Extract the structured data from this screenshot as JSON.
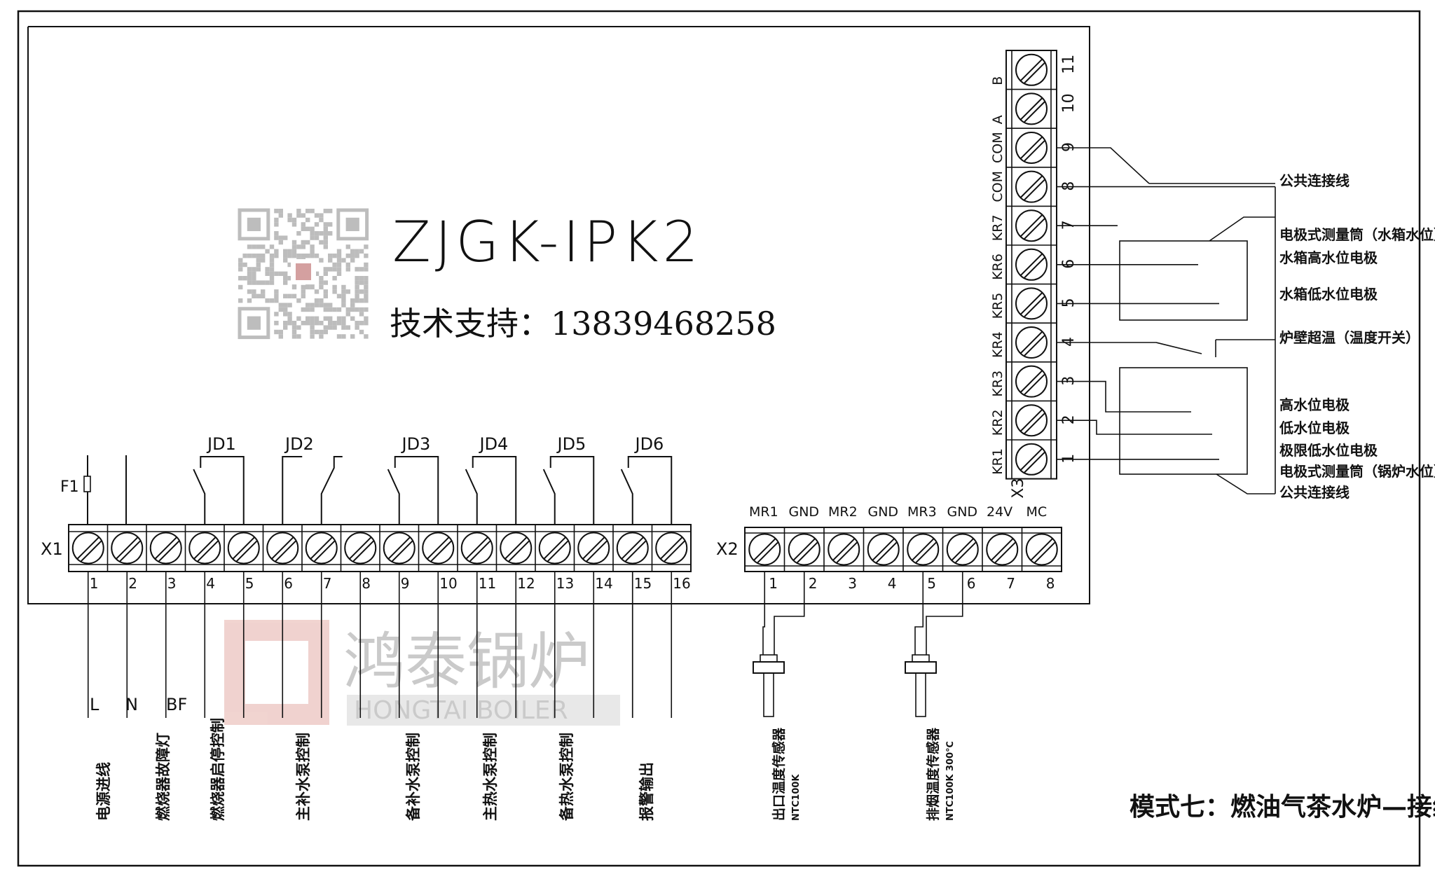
{
  "model": "ZJGK-IPK2",
  "tech_support": "技术支持：13839468258",
  "title": "模式七：燃油气茶水炉—接线图",
  "fuse": "F1",
  "watermark": {
    "cn": "鸿泰锅炉",
    "en": "HONGTAI BOILER"
  },
  "x1": {
    "label": "X1",
    "numbers": [
      "1",
      "2",
      "3",
      "4",
      "5",
      "6",
      "7",
      "8",
      "9",
      "10",
      "11",
      "12",
      "13",
      "14",
      "15",
      "16"
    ],
    "relays": [
      "JD1",
      "JD2",
      "JD3",
      "JD4",
      "JD5",
      "JD6"
    ],
    "wire_letters": [
      "L",
      "N",
      "BF"
    ],
    "functions": [
      "电源进线",
      "燃烧器故障灯",
      "燃烧器启停控制",
      "主补水泵控制",
      "备补水泵控制",
      "主热水泵控制",
      "备热水泵控制",
      "报警输出"
    ]
  },
  "x2": {
    "label": "X2",
    "headers": [
      "MR1",
      "GND",
      "MR2",
      "GND",
      "MR3",
      "GND",
      "24V",
      "MC"
    ],
    "numbers": [
      "1",
      "2",
      "3",
      "4",
      "5",
      "6",
      "7",
      "8"
    ],
    "sensors": [
      {
        "name": "出口温度传感器",
        "model": "NTC100K"
      },
      {
        "name": "排烟温度传感器",
        "model": "NTC100K  300℃"
      }
    ]
  },
  "x3": {
    "label": "X3",
    "names": [
      "KR1",
      "KR2",
      "KR3",
      "KR4",
      "KR5",
      "KR6",
      "KR7",
      "COM",
      "COM",
      "A",
      "B"
    ],
    "numbers": [
      "1",
      "2",
      "3",
      "4",
      "5",
      "6",
      "7",
      "8",
      "9",
      "10",
      "11"
    ],
    "labels": [
      "公共连接线",
      "电极式测量筒（水箱水位）",
      "水箱高水位电极",
      "水箱低水位电极",
      "炉壁超温（温度开关）",
      "高水位电极",
      "低水位电极",
      "极限低水位电极",
      "电极式测量筒（锅炉水位）",
      "公共连接线"
    ]
  }
}
